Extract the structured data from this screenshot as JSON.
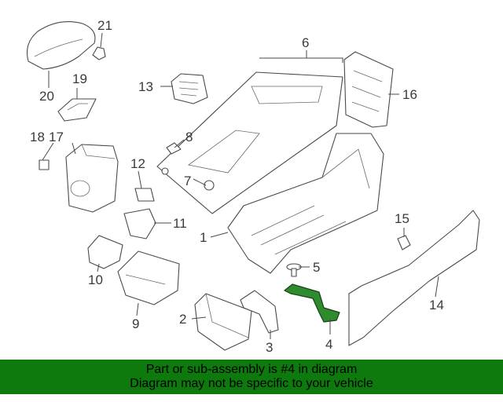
{
  "diagram": {
    "callouts": [
      "1",
      "2",
      "3",
      "4",
      "5",
      "6",
      "7",
      "8",
      "9",
      "10",
      "11",
      "12",
      "13",
      "14",
      "15",
      "16",
      "17",
      "18",
      "19",
      "20",
      "21"
    ],
    "highlight_color": "#2e8b2e"
  },
  "banner": {
    "line1": "Part or sub-assembly is #4 in diagram",
    "line2": "Diagram may not be specific to your vehicle",
    "background": "#0e7a0e"
  }
}
